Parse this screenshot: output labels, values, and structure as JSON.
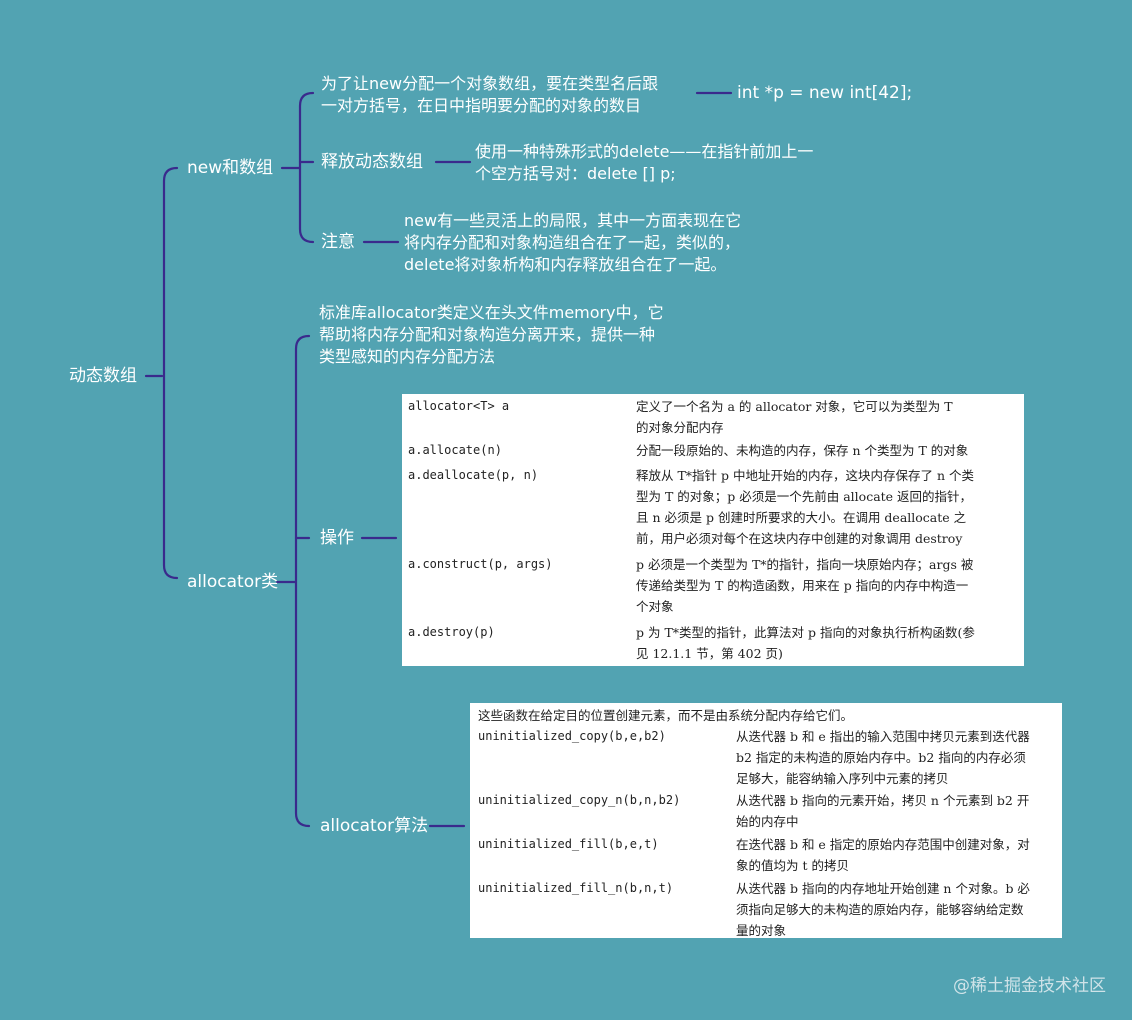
{
  "colors": {
    "background": "#52a3b2",
    "connector": "#3a2a8c",
    "text": "#ffffff"
  },
  "root": "动态数组",
  "new_array": {
    "label": "new和数组",
    "alloc_desc": [
      "为了让new分配一个对象数组，要在类型名后跟",
      "一对方括号，在日中指明要分配的对象的数目"
    ],
    "alloc_example": "int *p = new int[42];",
    "release_label": "释放动态数组",
    "release_desc": [
      "使用一种特殊形式的delete——在指针前加上一",
      "个空方括号对：delete [] p;"
    ],
    "note_label": "注意",
    "note_desc": [
      "new有一些灵活上的局限，其中一方面表现在它",
      "将内存分配和对象构造组合在了一起，类似的，",
      "delete将对象析构和内存释放组合在了一起。"
    ]
  },
  "allocator": {
    "label": "allocator类",
    "intro": [
      "标准库allocator类定义在头文件memory中，它",
      "帮助将内存分配和对象构造分离开来，提供一种",
      "类型感知的内存分配方法"
    ],
    "ops_label": "操作",
    "ops_table": [
      {
        "code": "allocator<T> a",
        "desc": [
          "定义了一个名为 a 的 allocator 对象，它可以为类型为 T",
          "的对象分配内存"
        ]
      },
      {
        "code": "a.allocate(n)",
        "desc": [
          "分配一段原始的、未构造的内存，保存 n 个类型为 T 的对象"
        ]
      },
      {
        "code": "a.deallocate(p, n)",
        "desc": [
          "释放从 T*指针 p 中地址开始的内存，这块内存保存了 n 个类",
          "型为 T 的对象；p 必须是一个先前由 allocate 返回的指针，",
          "且 n 必须是 p 创建时所要求的大小。在调用 deallocate 之",
          "前，用户必须对每个在这块内存中创建的对象调用 destroy"
        ]
      },
      {
        "code": "a.construct(p, args)",
        "desc": [
          "p 必须是一个类型为 T*的指针，指向一块原始内存；args 被",
          "传递给类型为 T 的构造函数，用来在 p 指向的内存中构造一",
          "个对象"
        ]
      },
      {
        "code": "a.destroy(p)",
        "desc": [
          "p 为 T*类型的指针，此算法对 p 指向的对象执行析构函数(参",
          "见 12.1.1 节，第 402 页)"
        ]
      }
    ],
    "algo_label": "allocator算法",
    "algo_note": "这些函数在给定目的位置创建元素，而不是由系统分配内存给它们。",
    "algo_table": [
      {
        "code": "uninitialized_copy(b,e,b2)",
        "desc": [
          "从迭代器 b 和 e 指出的输入范围中拷贝元素到迭代器",
          "b2 指定的未构造的原始内存中。b2 指向的内存必须",
          "足够大，能容纳输入序列中元素的拷贝"
        ]
      },
      {
        "code": "uninitialized_copy_n(b,n,b2)",
        "desc": [
          "从迭代器 b 指向的元素开始，拷贝 n 个元素到 b2 开",
          "始的内存中"
        ]
      },
      {
        "code": "uninitialized_fill(b,e,t)",
        "desc": [
          "在迭代器 b 和 e 指定的原始内存范围中创建对象，对",
          "象的值均为 t 的拷贝"
        ]
      },
      {
        "code": "uninitialized_fill_n(b,n,t)",
        "desc": [
          "从迭代器 b 指向的内存地址开始创建 n 个对象。b 必",
          "须指向足够大的未构造的原始内存，能够容纳给定数",
          "量的对象"
        ]
      }
    ]
  },
  "watermark": "@稀土掘金技术社区"
}
